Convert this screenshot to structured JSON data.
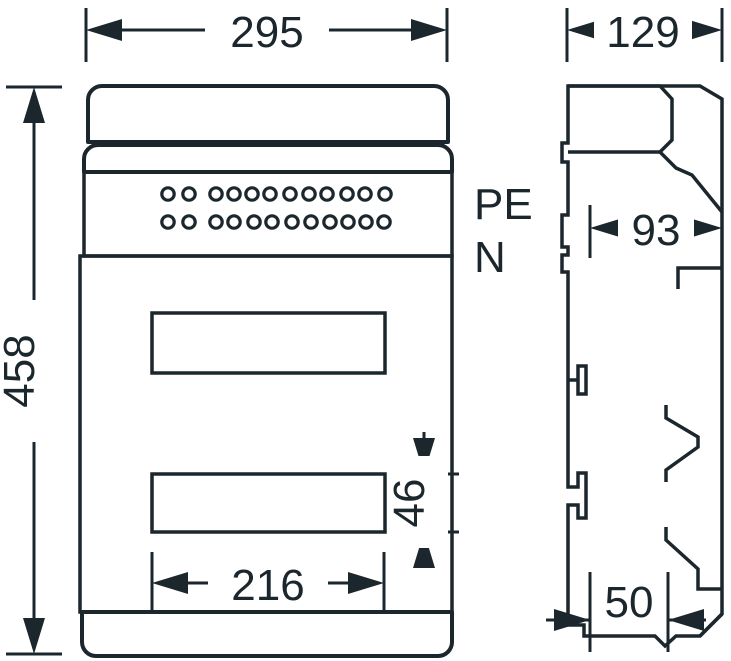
{
  "drawing": {
    "title": "Enclosure dimensional drawing",
    "line_color": "#1b272d",
    "background_color": "#ffffff",
    "views": [
      {
        "name": "front-view",
        "label": ""
      },
      {
        "name": "side-view",
        "label": ""
      }
    ]
  },
  "dimensions": {
    "overall_width": {
      "value": "295",
      "name": "dimension-width-295",
      "orientation": "horizontal",
      "position": "top-left-view"
    },
    "overall_height": {
      "value": "458",
      "name": "dimension-height-458",
      "orientation": "vertical",
      "position": "left-of-front-view"
    },
    "depth": {
      "value": "129",
      "name": "dimension-depth-129",
      "orientation": "horizontal",
      "position": "top-right-view"
    },
    "inner_depth": {
      "value": "93",
      "name": "dimension-inner-depth-93",
      "orientation": "horizontal",
      "position": "side-view-upper"
    },
    "base_depth": {
      "value": "50",
      "name": "dimension-base-depth-50",
      "orientation": "horizontal",
      "position": "side-view-bottom"
    },
    "cutout_width": {
      "value": "216",
      "name": "dimension-cutout-width-216",
      "orientation": "horizontal",
      "position": "below-lower-cutout"
    },
    "cutout_height": {
      "value": "46",
      "name": "dimension-cutout-height-46",
      "orientation": "vertical",
      "position": "right-of-lower-cutout"
    }
  },
  "annotations": {
    "terminal_labels": {
      "name": "pe-n-terminal-label",
      "line1": "PE",
      "line2": "N"
    }
  },
  "features": {
    "vent_holes": {
      "name": "vent-hole-array",
      "rows": 2,
      "holes_per_row": 13,
      "description": "two rows of circular knockouts"
    },
    "cutouts": [
      {
        "name": "upper-cutout",
        "label": ""
      },
      {
        "name": "lower-cutout",
        "label": ""
      }
    ]
  }
}
